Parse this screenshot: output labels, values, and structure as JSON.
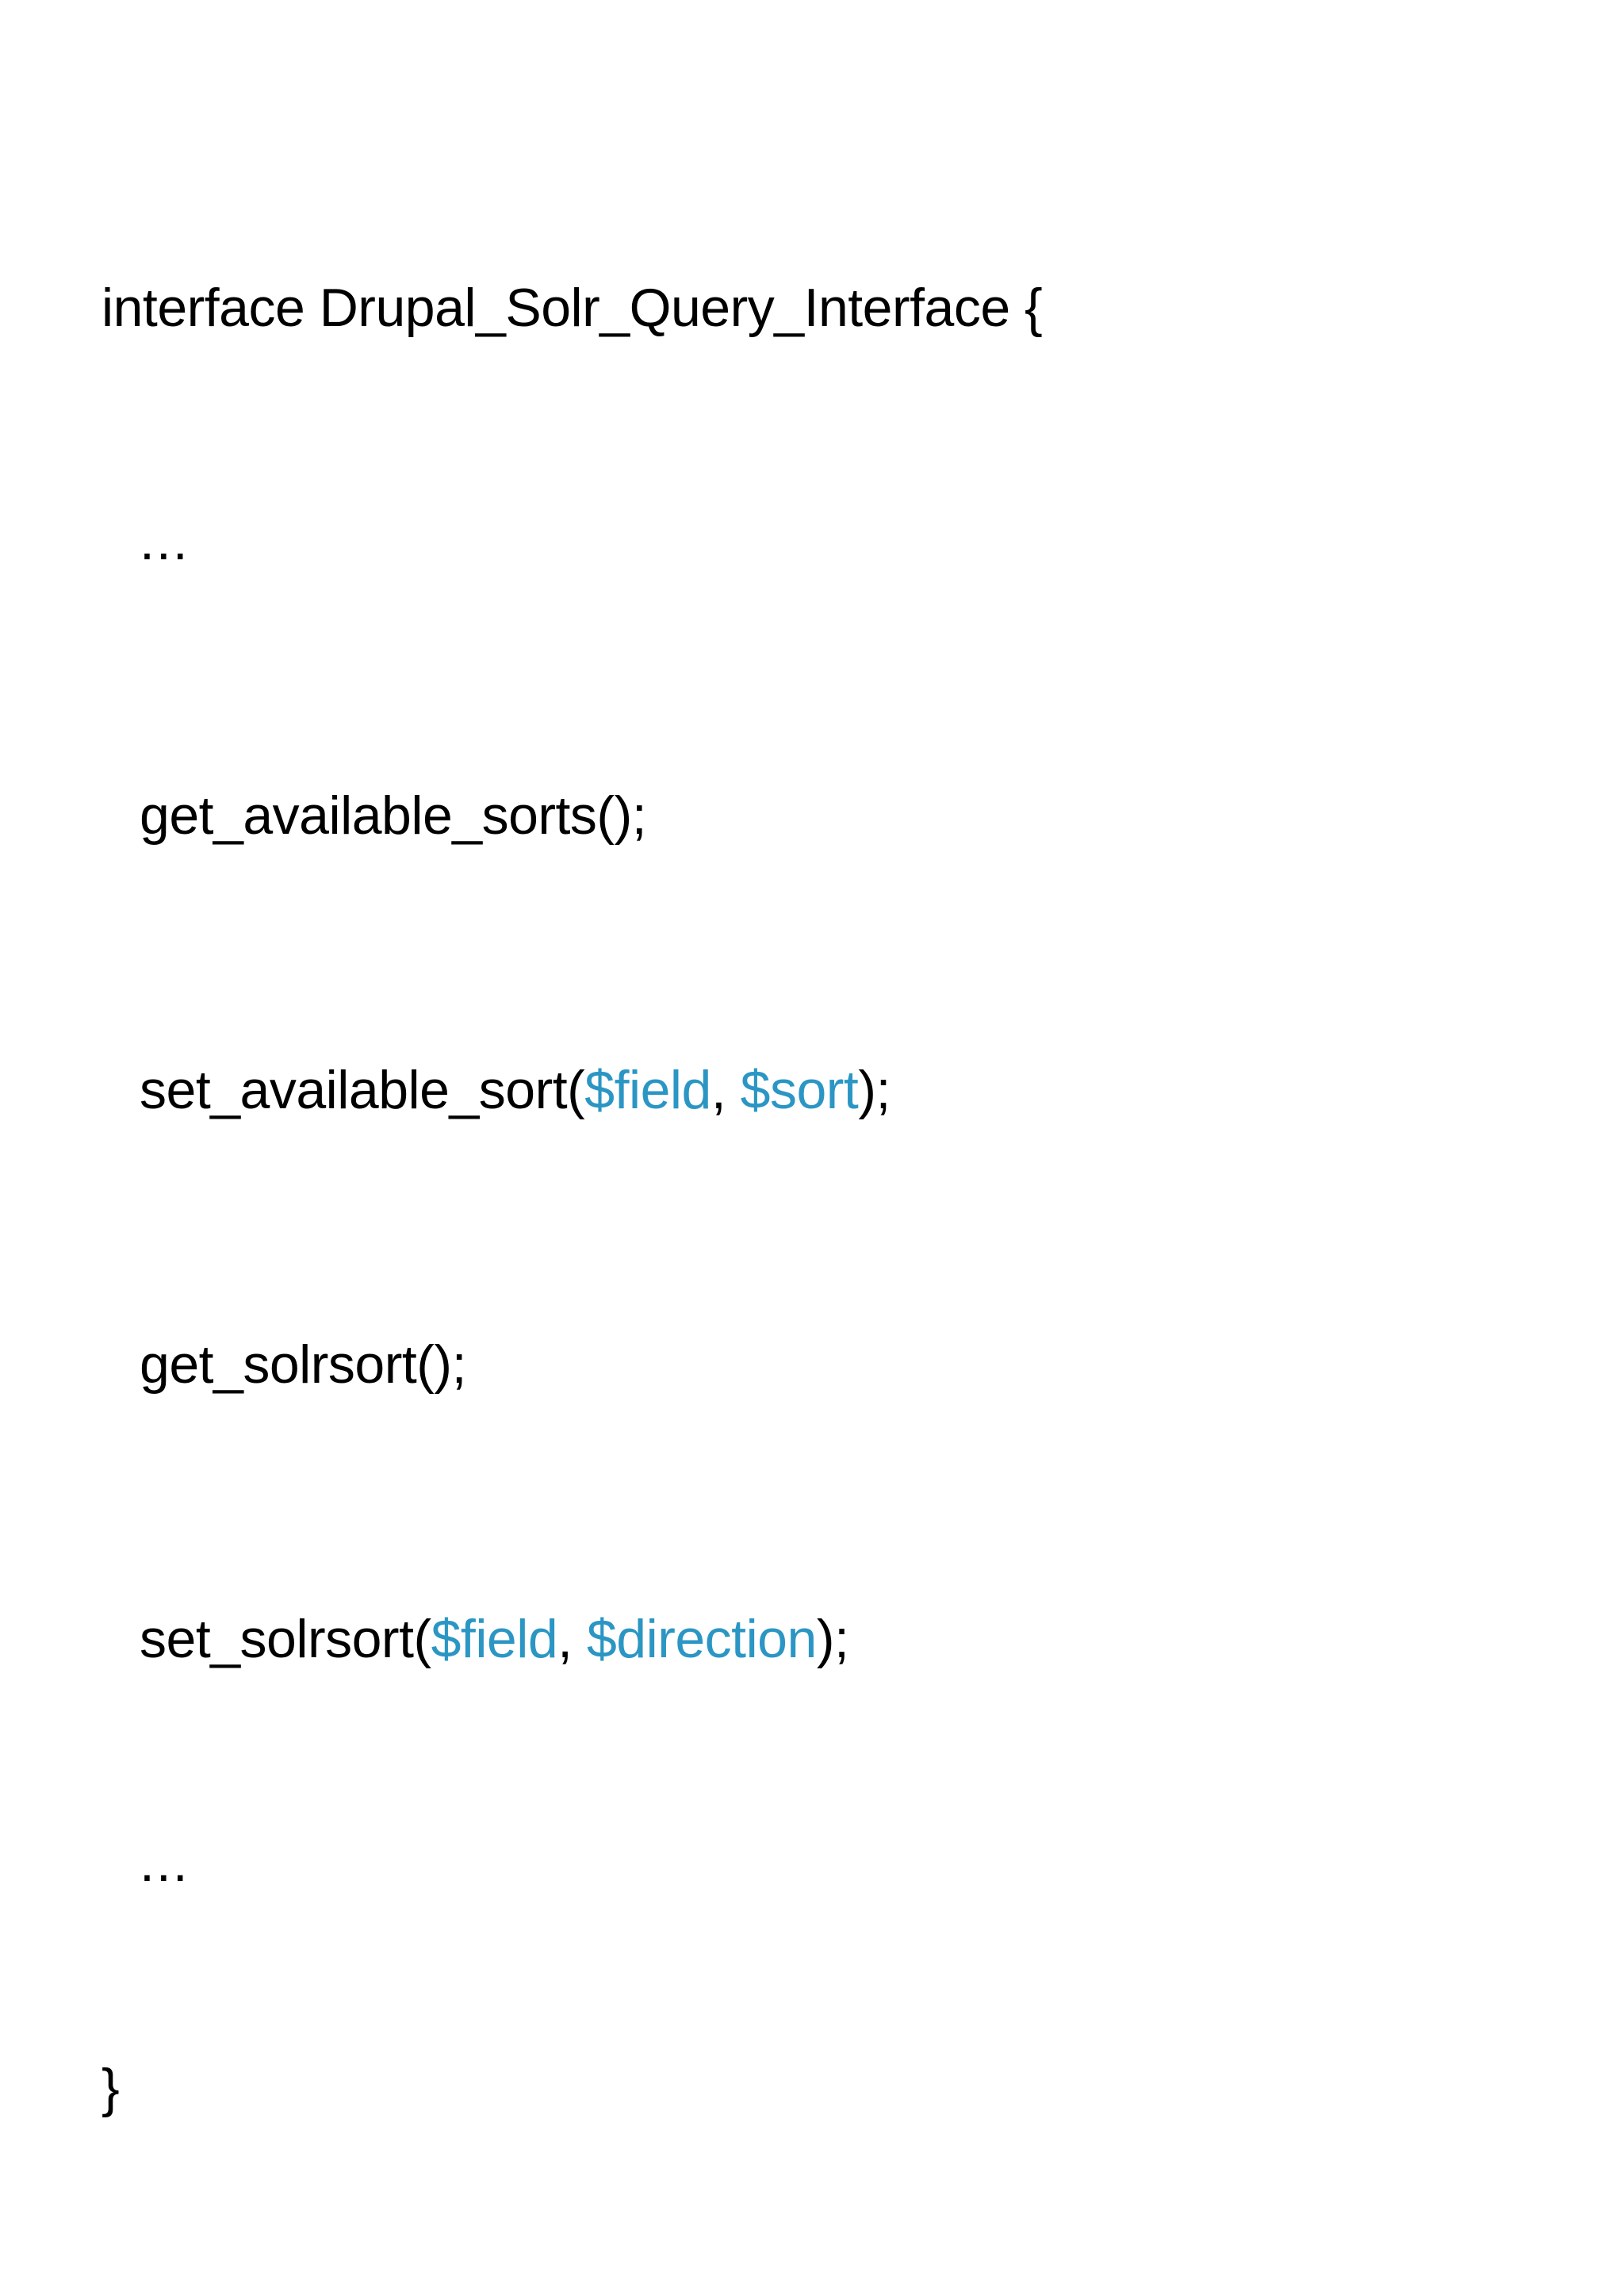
{
  "slide": {
    "kind": "code-listing-slide",
    "background_color": "#ffffff",
    "text_color": "#000000",
    "accent_color": "#2b96c4",
    "language": "php"
  },
  "code": {
    "line1": {
      "signature": "interface Drupal_Solr_Query_Interface {"
    },
    "line2": {
      "ellipsis": "..."
    },
    "line3": {
      "statement": "get_available_sorts();"
    },
    "line4": {
      "name": "set_available_sort(",
      "arg1": "$field",
      "separator": ", ",
      "arg2": "$sort",
      "tail": ");"
    },
    "line5": {
      "statement": "get_solrsort();"
    },
    "line6": {
      "name": "set_solrsort(",
      "arg1": "$field",
      "separator": ", ",
      "arg2": "$direction",
      "tail": ");"
    },
    "line7": {
      "ellipsis": "..."
    },
    "line8": {
      "close_brace": "}"
    }
  }
}
